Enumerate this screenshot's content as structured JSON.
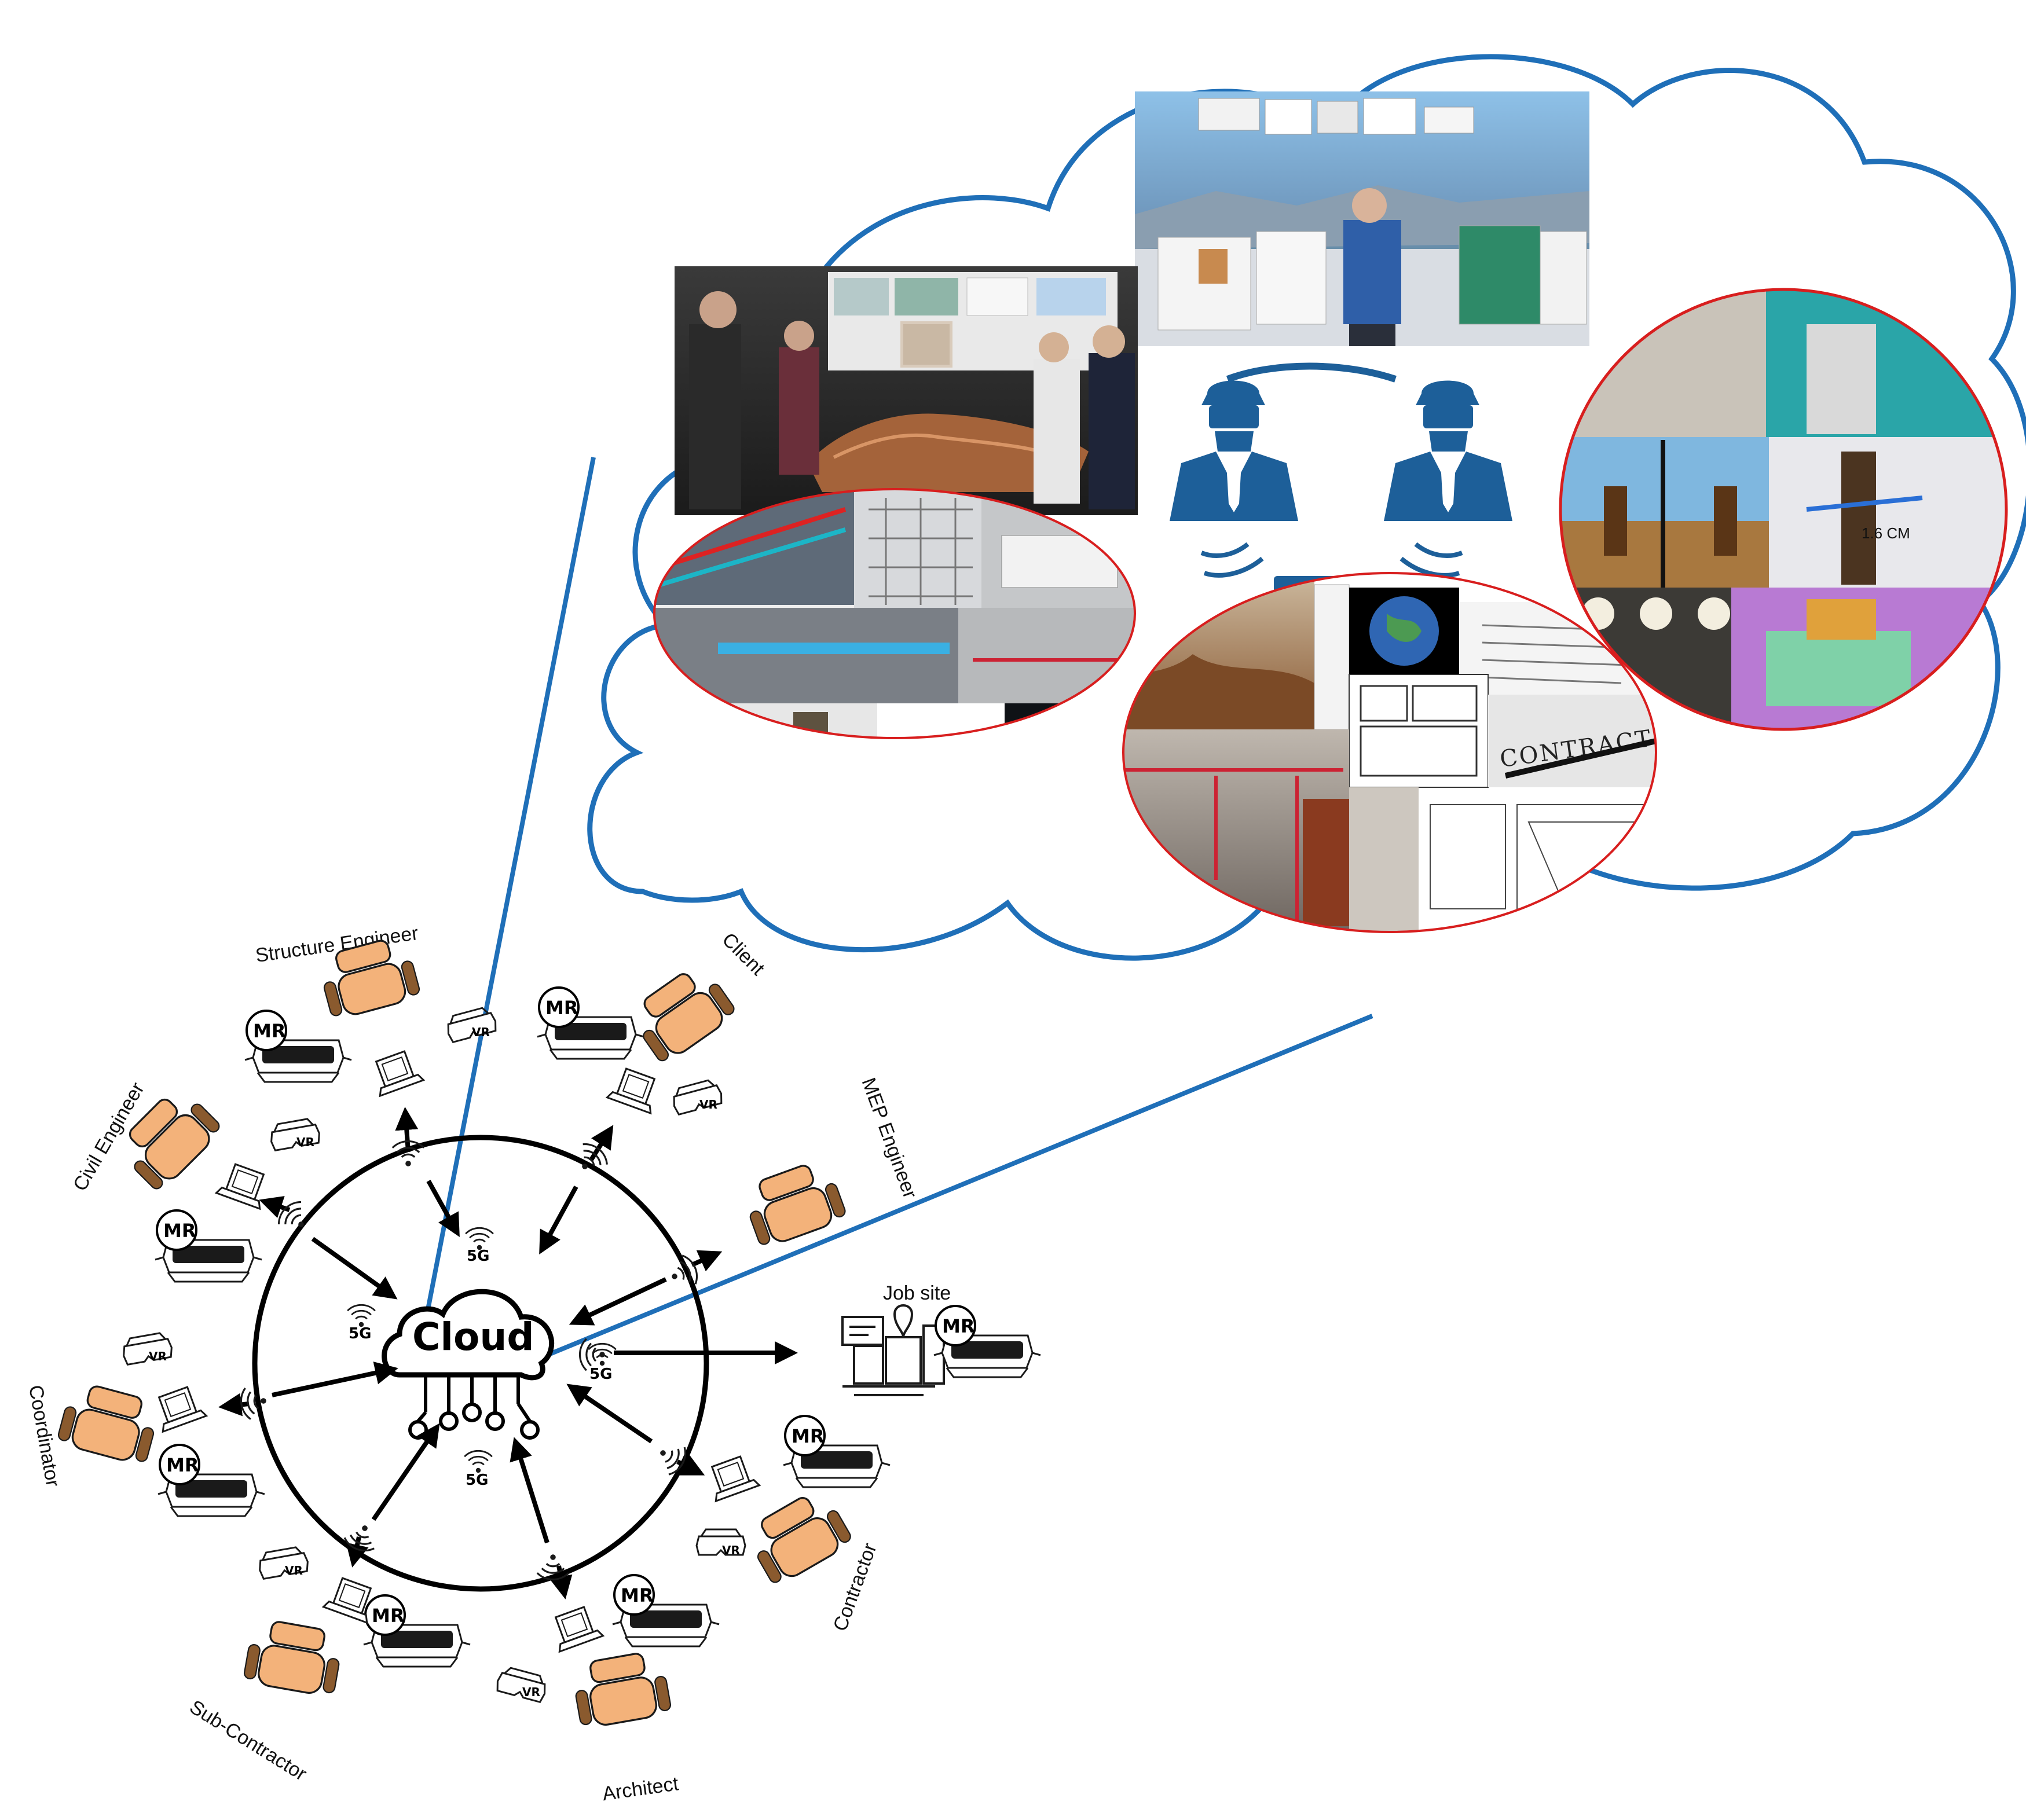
{
  "center": {
    "label": "Cloud",
    "network": "5G"
  },
  "roles": [
    {
      "id": "structure-engineer",
      "label": "Structure Engineer"
    },
    {
      "id": "client",
      "label": "Client"
    },
    {
      "id": "mep-engineer",
      "label": "MEP Engineer"
    },
    {
      "id": "contractor",
      "label": "Contractor"
    },
    {
      "id": "architect",
      "label": "Architect"
    },
    {
      "id": "sub-contractor",
      "label": "Sub-Contractor"
    },
    {
      "id": "coordinator",
      "label": "Coordinator"
    },
    {
      "id": "civil-engineer",
      "label": "Civil Engineer"
    }
  ],
  "jobsite": {
    "label": "Job site"
  },
  "badges": {
    "mr": "MR",
    "vr": "VR"
  },
  "photos": {
    "contract_text": "CONTRACT",
    "measure_text": "1.6 CM"
  },
  "colors": {
    "cloud_outline": "#1f6fb8",
    "ellipse_border": "#d81e1e",
    "chair": "#f3b27a",
    "chair_dark": "#8a5a2e",
    "icon_blue": "#1d5f99"
  }
}
